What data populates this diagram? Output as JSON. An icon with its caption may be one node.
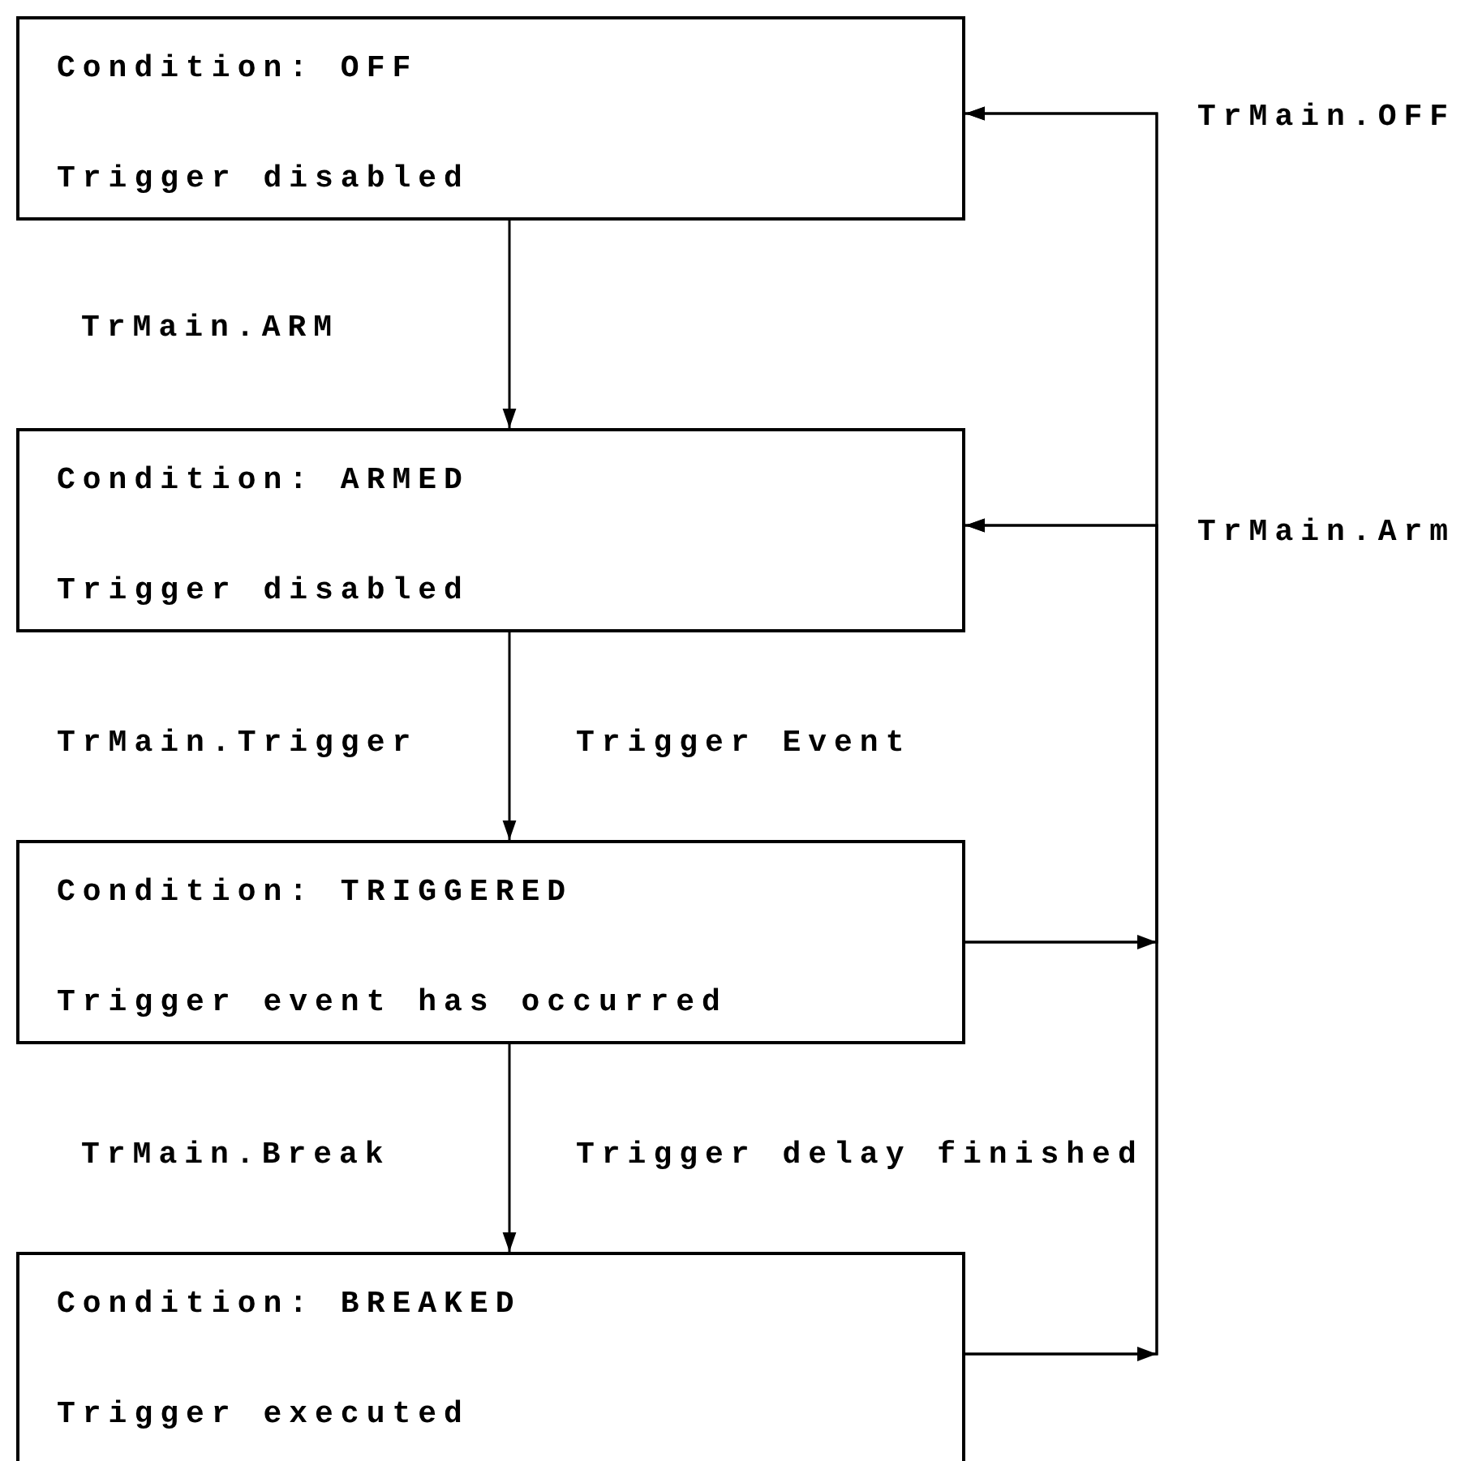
{
  "diagram": {
    "nodes": [
      {
        "text": [
          "Condition: OFF",
          "Trigger disabled"
        ]
      },
      {
        "text": [
          "Condition: ARMED",
          "Trigger disabled"
        ]
      },
      {
        "text": [
          "Condition: TRIGGERED",
          "Trigger event has occurred"
        ]
      },
      {
        "text": [
          "Condition: BREAKED",
          "Trigger executed"
        ]
      }
    ],
    "edges": [
      {
        "from": 0,
        "to": 1,
        "arrow": "to"
      },
      {
        "from": 1,
        "to": 2,
        "arrow": "to"
      },
      {
        "from": 2,
        "to": 3,
        "arrow": "to"
      },
      {
        "from": 2,
        "to": 0,
        "arrow": "to"
      },
      {
        "from": 2,
        "to": 1,
        "arrow": "to"
      },
      {
        "from": 3,
        "to": 0,
        "arrow": "to"
      },
      {
        "from": 3,
        "to": 1,
        "arrow": "to"
      }
    ],
    "labels": [
      "TrMain.OFF",
      "TrMain.ARM",
      "TrMain.Arm",
      "TrMain.Trigger",
      "Trigger Event",
      "TrMain.Break",
      "Trigger delay finished"
    ]
  }
}
